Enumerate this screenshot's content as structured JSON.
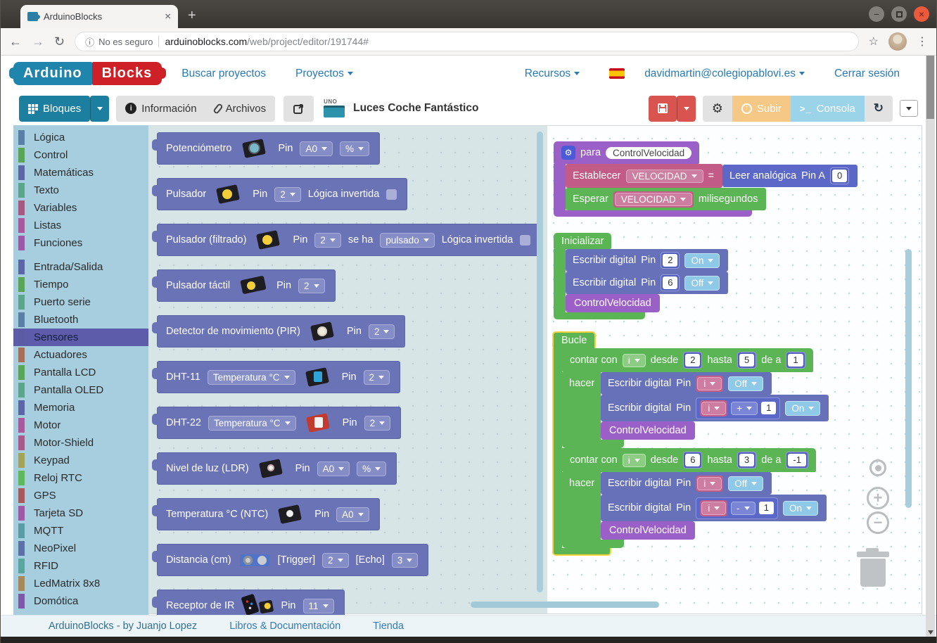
{
  "titlebar": {
    "tab_title": "ArduinoBlocks"
  },
  "icons": {
    "tab_close": "×",
    "new_tab": "+",
    "min": "−",
    "win_close": "×",
    "back": "←",
    "forward": "→",
    "reload": "↻",
    "info_small": "ⓘ",
    "star": "☆",
    "kebab": "⋮",
    "info": "i",
    "gear": "⚙",
    "up_arrow": "↑",
    "prompt": ">_",
    "refresh": "↻",
    "plus": "+",
    "minus": "−"
  },
  "browser": {
    "security_text": "No es seguro",
    "url_domain": "arduinoblocks.com",
    "url_path": "/web/project/editor/191744#"
  },
  "nav": {
    "logo_part1": "Arduino",
    "logo_part2": "Blocks",
    "link_buscar": "Buscar proyectos",
    "link_proyectos": "Proyectos",
    "link_recursos": "Recursos",
    "user_email": "davidmartin@colegiopablovi.es",
    "logout": "Cerrar sesión"
  },
  "toolbar": {
    "bloques": "Bloques",
    "informacion": "Información",
    "archivos": "Archivos",
    "board": "UNO",
    "project_title": "Luces Coche Fantástico",
    "subir": "Subir",
    "consola": "Consola"
  },
  "colors": {
    "accent_teal": "#1d7f9f",
    "save_red": "#d9534f",
    "subir_orange": "#f6c886",
    "consola_blue": "#9bd4e8",
    "sidebar_bg": "#a6cede",
    "selected_category": "#5c5cab",
    "flyout_block": "#6b73b7",
    "function_purple": "#9b5fc8",
    "loop_green": "#5bb554",
    "var_pink": "#c25b85",
    "io_blue": "#6671ba",
    "math_indigo": "#5b68c8",
    "selection_yellow": "#f7d23b"
  },
  "sidebar": {
    "items": [
      {
        "label": "Lógica",
        "color": "#5b80a5"
      },
      {
        "label": "Control",
        "color": "#5ba55b"
      },
      {
        "label": "Matemáticas",
        "color": "#5b67a5"
      },
      {
        "label": "Texto",
        "color": "#5ba58c"
      },
      {
        "label": "Variables",
        "color": "#a55b80"
      },
      {
        "label": "Listas",
        "color": "#a55b9c"
      },
      {
        "label": "Funciones",
        "color": "#995ba5"
      },
      {
        "label": "Entrada/Salida",
        "color": "#5b67a5",
        "gap": true
      },
      {
        "label": "Tiempo",
        "color": "#5ba55b"
      },
      {
        "label": "Puerto serie",
        "color": "#5ba58c"
      },
      {
        "label": "Bluetooth",
        "color": "#5b80a5"
      },
      {
        "label": "Sensores",
        "color": "#5b5ba5",
        "selected": true
      },
      {
        "label": "Actuadores",
        "color": "#a5715b"
      },
      {
        "label": "Pantalla LCD",
        "color": "#5ba55b"
      },
      {
        "label": "Pantalla OLED",
        "color": "#5ba58c"
      },
      {
        "label": "Memoria",
        "color": "#5b67a5"
      },
      {
        "label": "Motor",
        "color": "#a55b9c"
      },
      {
        "label": "Motor-Shield",
        "color": "#a55b8c"
      },
      {
        "label": "Keypad",
        "color": "#a0a55b"
      },
      {
        "label": "Reloj RTC",
        "color": "#5fb75f"
      },
      {
        "label": "GPS",
        "color": "#a55b5b"
      },
      {
        "label": "Tarjeta SD",
        "color": "#9b5ba5"
      },
      {
        "label": "MQTT",
        "color": "#5b9ca5"
      },
      {
        "label": "NeoPixel",
        "color": "#5b72a5"
      },
      {
        "label": "RFID",
        "color": "#5ba5a0"
      },
      {
        "label": "LedMatrix 8x8",
        "color": "#a5885b"
      },
      {
        "label": "Domótica",
        "color": "#7b5ba5"
      }
    ]
  },
  "flyout": {
    "blocks": [
      {
        "parts": [
          [
            "t",
            "Potenciómetro"
          ],
          [
            "icon",
            "potentiometer"
          ],
          [
            "t",
            "Pin"
          ],
          [
            "dd",
            "A0"
          ],
          [
            "dd",
            "%"
          ]
        ]
      },
      {
        "parts": [
          [
            "t",
            "Pulsador"
          ],
          [
            "icon",
            "pushbutton"
          ],
          [
            "t",
            "Pin"
          ],
          [
            "dd",
            "2"
          ],
          [
            "t",
            "Lógica invertida"
          ],
          [
            "cb",
            ""
          ]
        ]
      },
      {
        "parts": [
          [
            "t",
            "Pulsador (filtrado)"
          ],
          [
            "icon",
            "pushbutton"
          ],
          [
            "t",
            "Pin"
          ],
          [
            "dd",
            "2"
          ],
          [
            "t",
            "se ha"
          ],
          [
            "dd",
            "pulsado"
          ],
          [
            "t",
            "Lógica invertida"
          ],
          [
            "cb",
            ""
          ]
        ]
      },
      {
        "parts": [
          [
            "t",
            "Pulsador táctil"
          ],
          [
            "icon",
            "touch-sensor"
          ],
          [
            "t",
            "Pin"
          ],
          [
            "dd",
            "2"
          ]
        ]
      },
      {
        "parts": [
          [
            "t",
            "Detector de movimiento (PIR)"
          ],
          [
            "icon",
            "pir-sensor"
          ],
          [
            "t",
            "Pin"
          ],
          [
            "dd",
            "2"
          ]
        ]
      },
      {
        "parts": [
          [
            "t",
            "DHT-11"
          ],
          [
            "dd",
            "Temperatura °C"
          ],
          [
            "icon",
            "dht11-sensor"
          ],
          [
            "t",
            "Pin"
          ],
          [
            "dd",
            "2"
          ]
        ]
      },
      {
        "parts": [
          [
            "t",
            "DHT-22"
          ],
          [
            "dd",
            "Temperatura °C"
          ],
          [
            "icon",
            "dht22-sensor"
          ],
          [
            "t",
            "Pin"
          ],
          [
            "dd",
            "2"
          ]
        ]
      },
      {
        "parts": [
          [
            "t",
            "Nivel de luz (LDR)"
          ],
          [
            "icon",
            "ldr-sensor"
          ],
          [
            "t",
            "Pin"
          ],
          [
            "dd",
            "A0"
          ],
          [
            "dd",
            "%"
          ]
        ]
      },
      {
        "parts": [
          [
            "t",
            "Temperatura °C (NTC)"
          ],
          [
            "icon",
            "ntc-sensor"
          ],
          [
            "t",
            "Pin"
          ],
          [
            "dd",
            "A0"
          ]
        ]
      },
      {
        "parts": [
          [
            "t",
            "Distancia (cm)"
          ],
          [
            "icon",
            "ultrasonic-sensor"
          ],
          [
            "t",
            "[Trigger]"
          ],
          [
            "dd",
            "2"
          ],
          [
            "t",
            "[Echo]"
          ],
          [
            "dd",
            "3"
          ]
        ]
      },
      {
        "parts": [
          [
            "t",
            "Receptor de IR"
          ],
          [
            "icon",
            "ir-receiver"
          ],
          [
            "t",
            "Pin"
          ],
          [
            "dd",
            "11"
          ]
        ]
      }
    ]
  },
  "workspace": {
    "func": {
      "kw": "para",
      "name": "ControlVelocidad",
      "set": "Establecer",
      "set_var": "VELOCIDAD",
      "eq": "=",
      "read": "Leer analógica",
      "pin_a": "Pin A",
      "pin_val": "0",
      "wait": "Esperar",
      "wait_var": "VELOCIDAD",
      "unit": "milisegundos"
    },
    "init": {
      "title": "Inicializar",
      "r1": {
        "a": "Escribir digital",
        "b": "Pin",
        "pin": "2",
        "state": "On"
      },
      "r2": {
        "a": "Escribir digital",
        "b": "Pin",
        "pin": "6",
        "state": "Off"
      },
      "call": "ControlVelocidad"
    },
    "bucle": {
      "title": "Bucle",
      "f1": {
        "a": "contar con",
        "var": "i",
        "b": "desde",
        "from": "2",
        "c": "hasta",
        "to": "5",
        "d": "de a",
        "by": "1",
        "do": "hacer",
        "r1": {
          "a": "Escribir digital",
          "b": "Pin",
          "var": "i",
          "state": "Off"
        },
        "r2": {
          "a": "Escribir digital",
          "b": "Pin",
          "var": "i",
          "op": "+",
          "n": "1",
          "state": "On"
        },
        "call": "ControlVelocidad"
      },
      "f2": {
        "a": "contar con",
        "var": "i",
        "b": "desde",
        "from": "6",
        "c": "hasta",
        "to": "3",
        "d": "de a",
        "by": "-1",
        "do": "hacer",
        "r1": {
          "a": "Escribir digital",
          "b": "Pin",
          "var": "i",
          "state": "Off"
        },
        "r2": {
          "a": "Escribir digital",
          "b": "Pin",
          "var": "i",
          "op": "-",
          "n": "1",
          "state": "On"
        },
        "call": "ControlVelocidad"
      }
    }
  },
  "footer": {
    "items": [
      "ArduinoBlocks - by Juanjo Lopez",
      "Libros & Documentación",
      "Tienda"
    ]
  }
}
